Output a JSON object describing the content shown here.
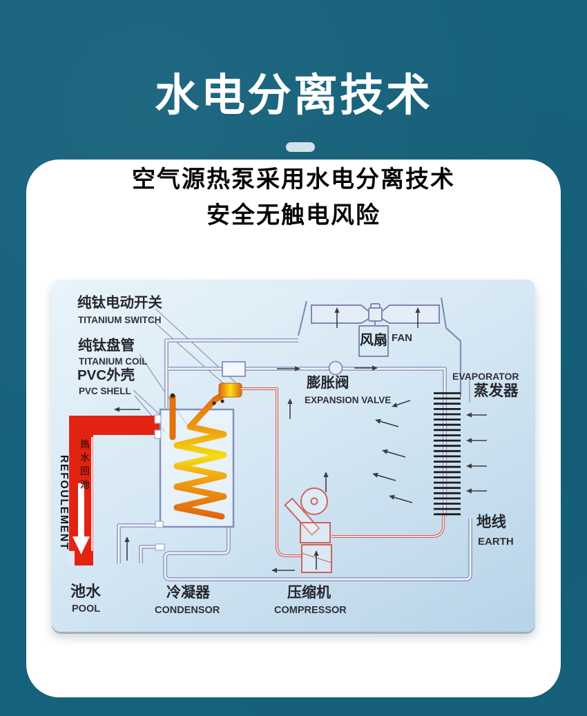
{
  "page": {
    "background": "#16617b",
    "card_background": "#ffffff"
  },
  "header": {
    "title": "水电分离技术",
    "title_color": "#ffffff",
    "divider_color": "#cfe3ea"
  },
  "intro": {
    "line1": "空气源热泵采用水电分离技术",
    "line2": "安全无触电风险"
  },
  "diagram": {
    "colors": {
      "panel_top": "#e9f4fa",
      "panel_bottom": "#b7d3e8",
      "pipe_outline": "#828cb8",
      "refrigerant_line": "#cd625b",
      "hot_water_red": "#e32312",
      "coil_orange": "#e0730f",
      "coil_yellow": "#f6dc12",
      "evaporator_bars": "#1b1b1b"
    },
    "labels": {
      "titanium_switch_cn": "纯钛电动开关",
      "titanium_switch_en": "TITANIUM SWITCH",
      "titanium_coil_cn": "纯钛盘管",
      "titanium_coil_en": "TITANIUM COIL",
      "pvc_shell_cn": "PVC外壳",
      "pvc_shell_en": "PVC SHELL",
      "fan_cn": "风扇",
      "fan_en": "FAN",
      "expansion_valve_cn": "膨胀阀",
      "expansion_valve_en": "EXPANSION VALVE",
      "evaporator_en": "EVAPORATOR",
      "evaporator_cn": "蒸发器",
      "earth_cn": "地线",
      "earth_en": "EARTH",
      "pool_cn": "池水",
      "pool_en": "POOL",
      "condenser_cn": "冷凝器",
      "condenser_en": "CONDENSOR",
      "compressor_cn": "压缩机",
      "compressor_en": "COMPRESSOR",
      "refoulement": "REFOULEMENT",
      "hot_water_return": "热水回池"
    }
  }
}
